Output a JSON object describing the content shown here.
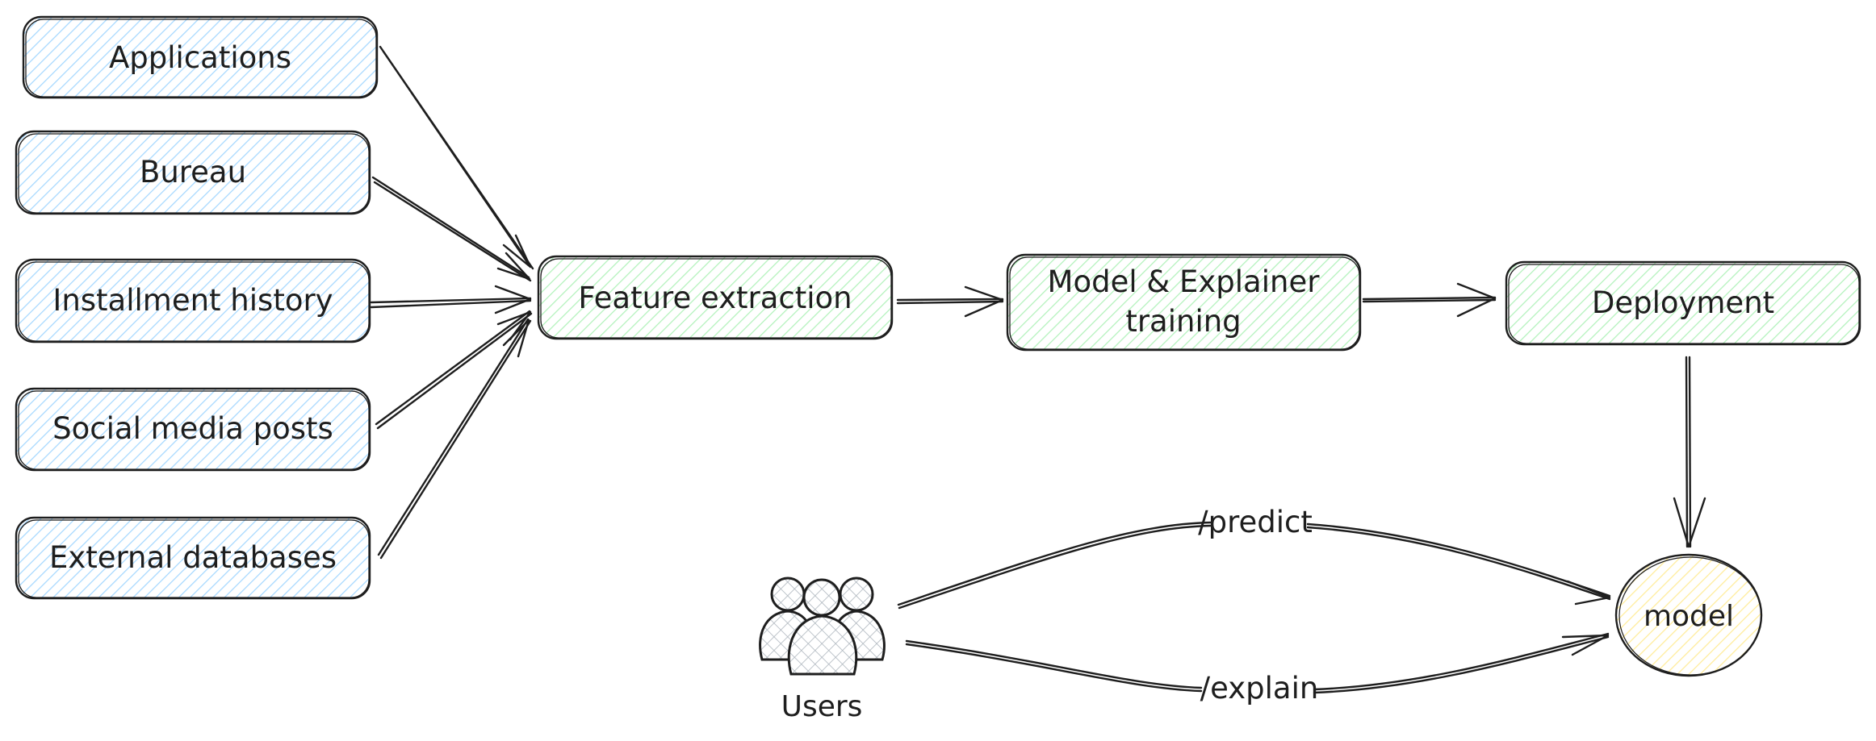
{
  "sources": [
    {
      "id": "applications",
      "label": "Applications"
    },
    {
      "id": "bureau",
      "label": "Bureau"
    },
    {
      "id": "installment",
      "label": "Installment history"
    },
    {
      "id": "social",
      "label": "Social media posts"
    },
    {
      "id": "external",
      "label": "External databases"
    }
  ],
  "pipeline": {
    "feature_extraction": "Feature extraction",
    "training_line1": "Model & Explainer",
    "training_line2": "training",
    "deployment": "Deployment"
  },
  "users": {
    "label": "Users"
  },
  "model": {
    "label": "model"
  },
  "edges": {
    "predict": "/predict",
    "explain": "/explain"
  },
  "colors": {
    "stroke": "#1e1e1e",
    "blue_fill": "#a5d8ff",
    "green_fill": "#b2f2bb",
    "yellow_fill": "#ffec99",
    "users_fill": "#ced4da"
  }
}
